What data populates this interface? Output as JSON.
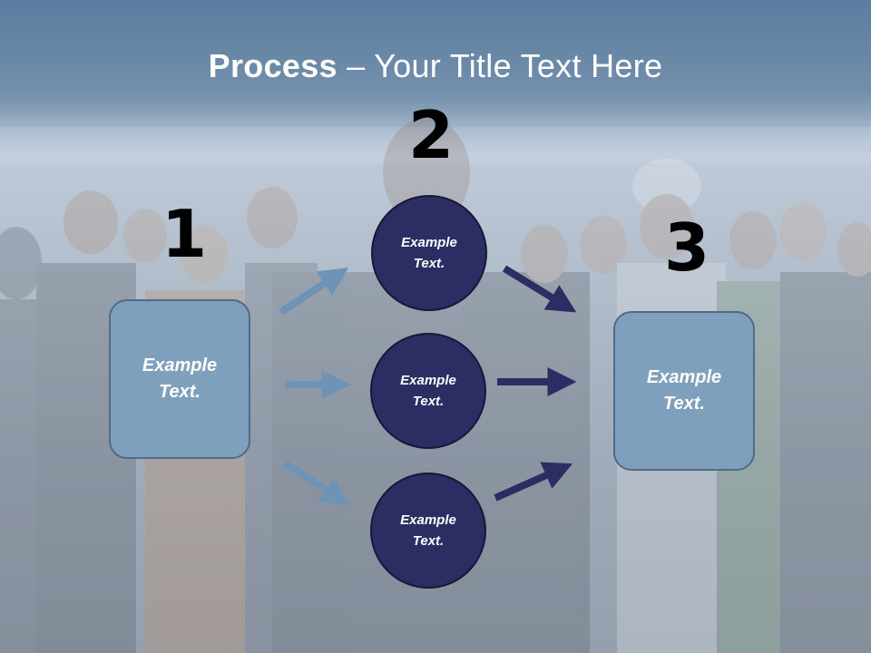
{
  "title": {
    "bold": "Process",
    "rest": " – Your Title Text Here"
  },
  "steps": {
    "one": "1",
    "two": "2",
    "three": "3"
  },
  "left_box": {
    "line1": "Example",
    "line2": "Text."
  },
  "right_box": {
    "line1": "Example",
    "line2": "Text."
  },
  "circles": [
    {
      "line1": "Example",
      "line2": "Text."
    },
    {
      "line1": "Example",
      "line2": "Text."
    },
    {
      "line1": "Example",
      "line2": "Text."
    }
  ],
  "colors": {
    "box_fill": "#7ea0bd",
    "circle_fill": "#2b2d63",
    "arrow_light": "#6f93b5",
    "arrow_dark": "#2b2d63"
  }
}
